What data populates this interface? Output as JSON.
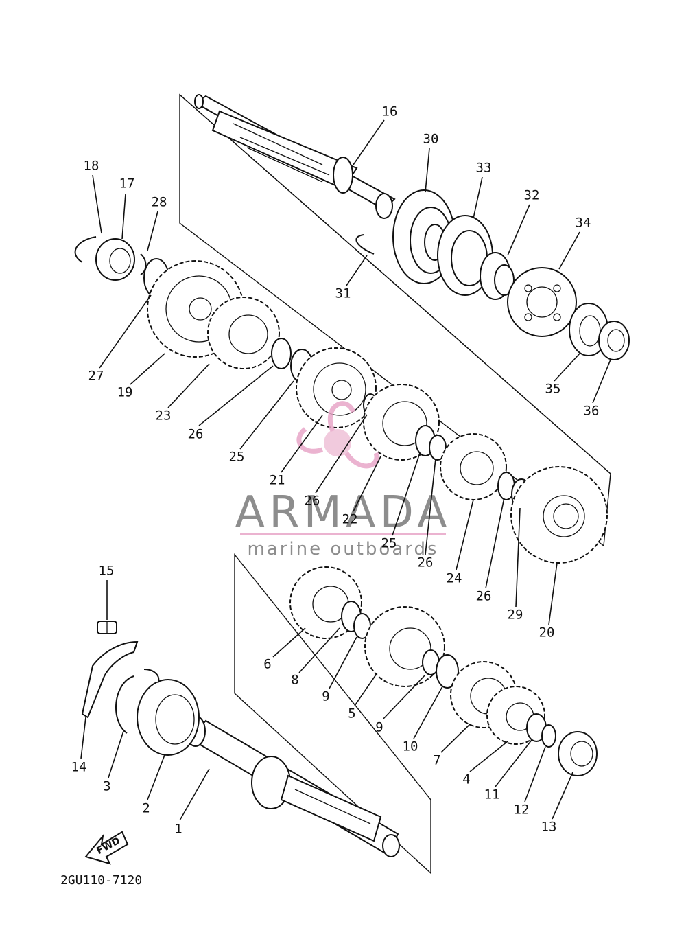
{
  "watermark": {
    "brand": "ARMADA",
    "tagline": "marine outboards",
    "brand_color": "#7a7a7a",
    "accent_color": "#e8a6c8"
  },
  "diagram_code": "2GU110-7120",
  "direction_arrow": "FWD",
  "part_labels": [
    "1",
    "2",
    "3",
    "4",
    "5",
    "6",
    "7",
    "8",
    "9",
    "9",
    "10",
    "11",
    "12",
    "13",
    "14",
    "15",
    "16",
    "17",
    "18",
    "19",
    "20",
    "21",
    "22",
    "23",
    "24",
    "25",
    "25",
    "26",
    "26",
    "26",
    "26",
    "27",
    "28",
    "29",
    "30",
    "31",
    "32",
    "33",
    "34",
    "35",
    "36"
  ]
}
